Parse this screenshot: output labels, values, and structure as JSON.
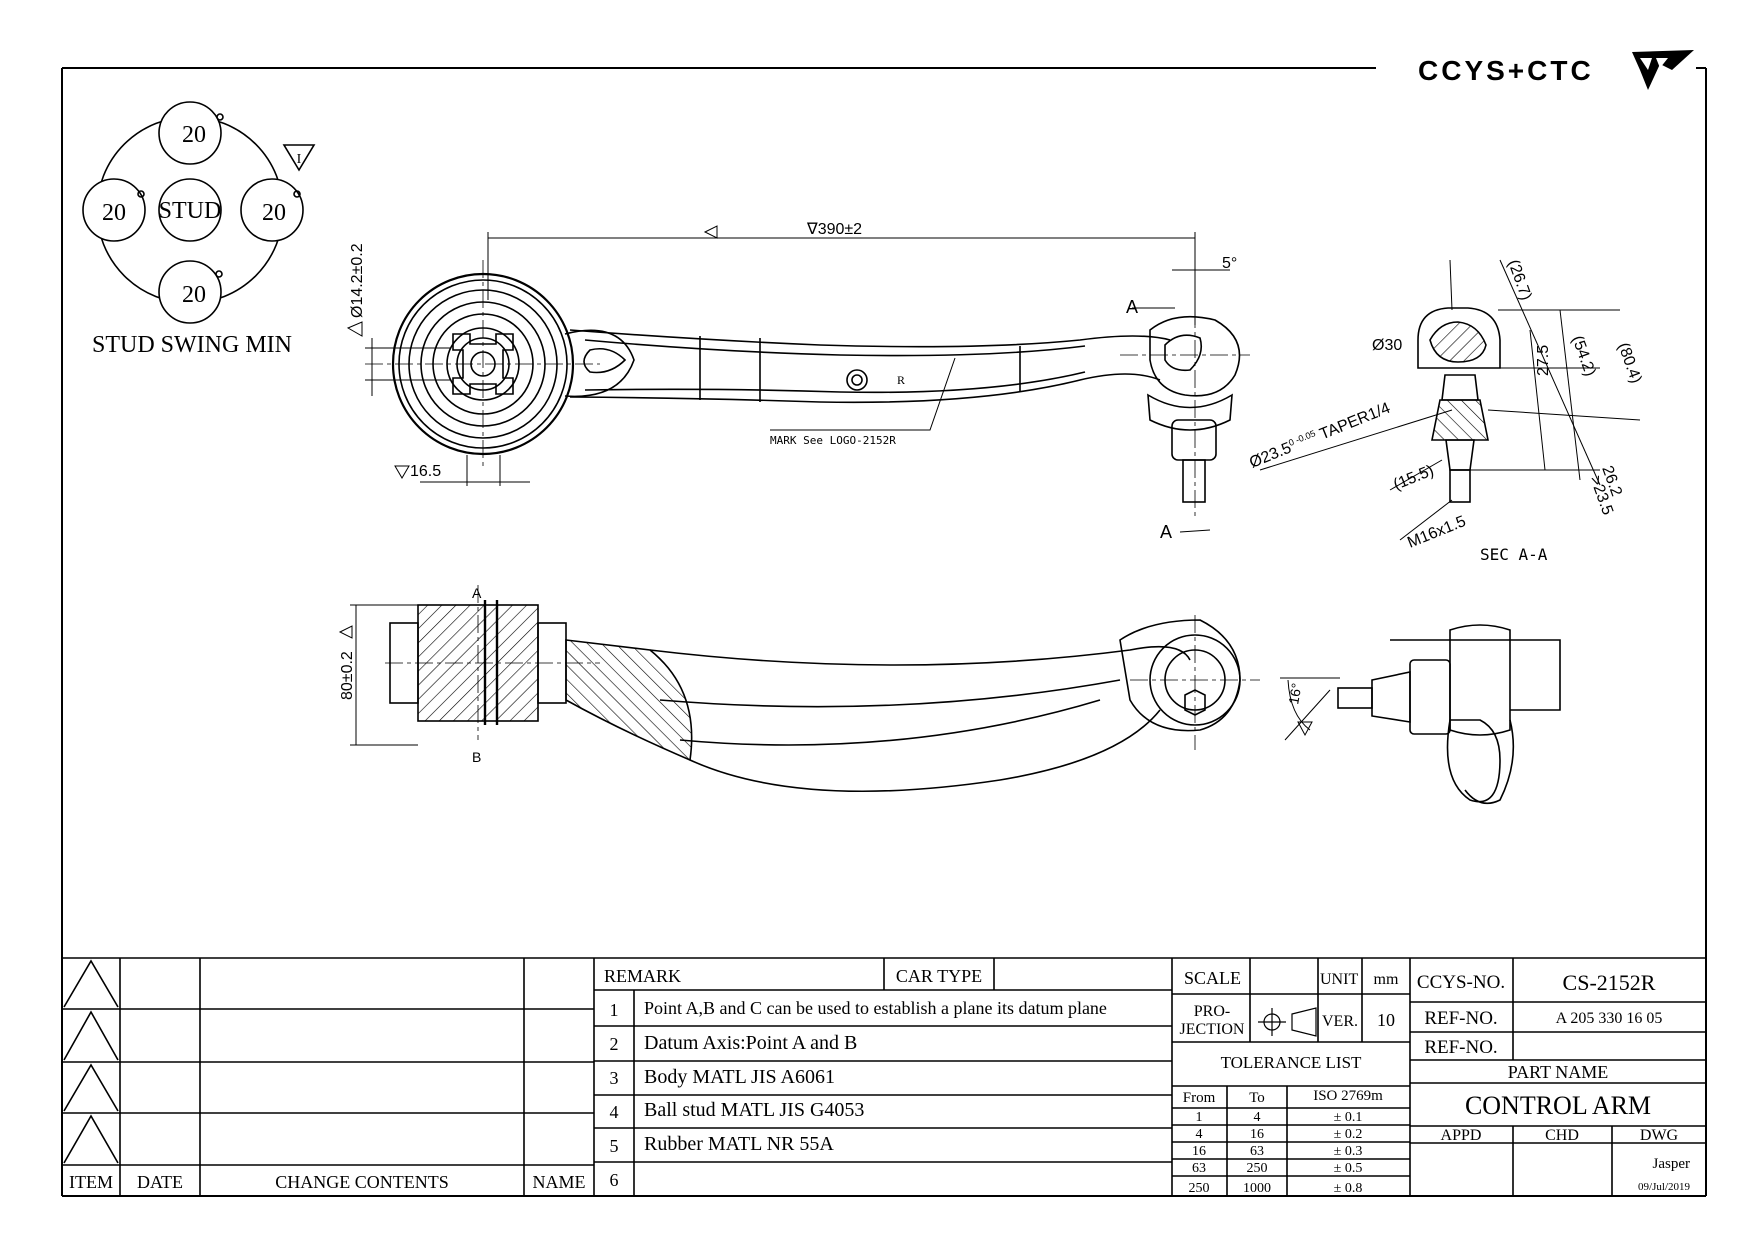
{
  "logo_text": "CCYS+CTC",
  "swing": {
    "top": "20",
    "left": "20",
    "right": "20",
    "bottom": "20",
    "center": "STUD",
    "caption": "STUD SWING MIN",
    "symbol": "I"
  },
  "dims": {
    "length": "390±2",
    "bore": "Ø14.2±0.2",
    "offset": "16.5",
    "angle": "5°",
    "section_a": "A",
    "mark": "MARK See LOGO-2152R",
    "logo_r": "R",
    "height": "80±0.2",
    "point_a": "A",
    "point_b": "B",
    "stud_angle": "16°"
  },
  "section": {
    "d30": "Ø30",
    "d267": "(26.7)",
    "d542": "(54.2)",
    "d804": "(80.4)",
    "d275": "27.5",
    "taper": "Ø23.5",
    "taper_tol": "0 -0.05",
    "taper_label": "TAPER1/4",
    "d155": "(15.5)",
    "d262": "26.2",
    "d235": ">23.5",
    "thread": "M16x1.5",
    "title": "SEC A-A"
  },
  "revision_block": {
    "headers": {
      "item": "ITEM",
      "date": "DATE",
      "contents": "CHANGE CONTENTS",
      "name": "NAME"
    }
  },
  "remarks": {
    "header": "REMARK",
    "car_type": "CAR TYPE",
    "items": [
      {
        "no": "1",
        "text": "Point A,B and C can be used to establish a plane its datum plane"
      },
      {
        "no": "2",
        "text": "Datum Axis:Point A and B"
      },
      {
        "no": "3",
        "text": "Body MATL JIS A6061"
      },
      {
        "no": "4",
        "text": "Ball stud MATL JIS G4053"
      },
      {
        "no": "5",
        "text": "Rubber MATL NR 55A"
      },
      {
        "no": "6",
        "text": ""
      }
    ]
  },
  "scale_block": {
    "scale": "SCALE",
    "unit": "UNIT",
    "unit_value": "mm",
    "projection": "PRO- JECTION",
    "projection_l1": "PRO-",
    "projection_l2": "JECTION",
    "ver": "VER.",
    "ver_value": "10",
    "tolerance_title": "TOLERANCE LIST",
    "tol_headers": {
      "from": "From",
      "to": "To",
      "iso": "ISO 2769m"
    },
    "tol_rows": [
      {
        "from": "1",
        "to": "4",
        "tol": "± 0.1"
      },
      {
        "from": "4",
        "to": "16",
        "tol": "± 0.2"
      },
      {
        "from": "16",
        "to": "63",
        "tol": "± 0.3"
      },
      {
        "from": "63",
        "to": "250",
        "tol": "± 0.5"
      },
      {
        "from": "250",
        "to": "1000",
        "tol": "± 0.8"
      }
    ]
  },
  "title_block": {
    "ccys_label": "CCYS-NO.",
    "ccys_value": "CS-2152R",
    "ref_label": "REF-NO.",
    "ref_value": "A 205 330 16 05",
    "ref2_label": "REF-NO.",
    "ref2_value": "",
    "part_name_label": "PART NAME",
    "part_name": "CONTROL ARM",
    "appd": "APPD",
    "chd": "CHD",
    "dwg": "DWG",
    "drawer": "Jasper",
    "date": "09/Jul/2019"
  }
}
